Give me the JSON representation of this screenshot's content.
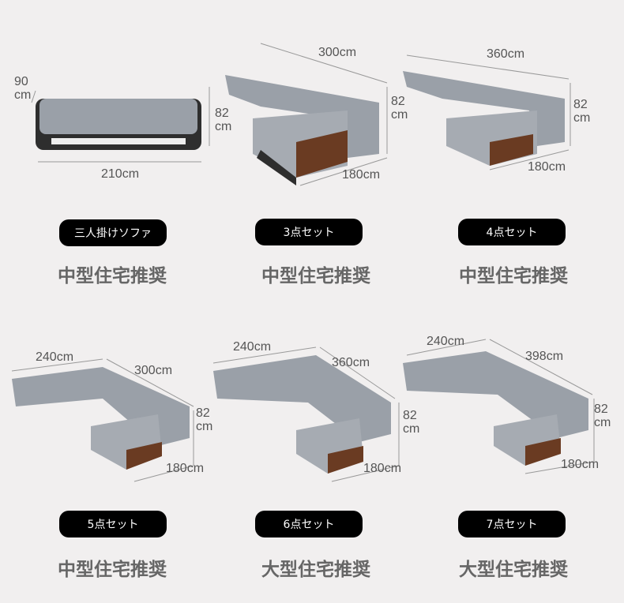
{
  "panels": [
    {
      "label": "三人掛けソファ",
      "recommend": "中型住宅推奨",
      "dims": [
        "90\ncm",
        "82\ncm",
        "210cm"
      ]
    },
    {
      "label": "3点セット",
      "recommend": "中型住宅推奨",
      "dims": [
        "300cm",
        "82\ncm",
        "180cm"
      ]
    },
    {
      "label": "4点セット",
      "recommend": "中型住宅推奨",
      "dims": [
        "360cm",
        "82\ncm",
        "180cm"
      ]
    },
    {
      "label": "5点セット",
      "recommend": "中型住宅推奨",
      "dims": [
        "240cm",
        "300cm",
        "82\ncm",
        "180cm"
      ]
    },
    {
      "label": "6点セット",
      "recommend": "大型住宅推奨",
      "dims": [
        "240cm",
        "360cm",
        "82\ncm",
        "180cm"
      ]
    },
    {
      "label": "7点セット",
      "recommend": "大型住宅推奨",
      "dims": [
        "240cm",
        "398cm",
        "82\ncm",
        "180cm"
      ]
    }
  ]
}
